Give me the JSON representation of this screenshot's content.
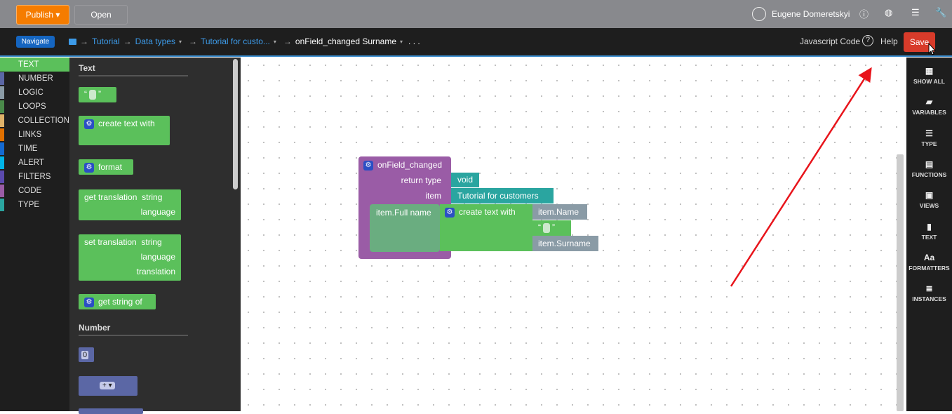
{
  "topbar": {
    "publish": "Publish",
    "open": "Open",
    "user": "Eugene Domeretskyi"
  },
  "navbar": {
    "navigate": "Navigate",
    "breadcrumb": [
      "Tutorial",
      "Data types",
      "Tutorial for custo...",
      "onField_changed Surname"
    ],
    "more": ". . .",
    "js_code": "Javascript Code",
    "help": "Help",
    "save": "Save"
  },
  "categories": [
    {
      "label": "TEXT",
      "color": "#5bc05b"
    },
    {
      "label": "NUMBER",
      "color": "#5b67a5"
    },
    {
      "label": "LOGIC",
      "color": "#8a9ba6"
    },
    {
      "label": "LOOPS",
      "color": "#4a8a4a"
    },
    {
      "label": "COLLECTION",
      "color": "#e0b36a"
    },
    {
      "label": "LINKS",
      "color": "#e07000"
    },
    {
      "label": "TIME",
      "color": "#1569d0"
    },
    {
      "label": "ALERT",
      "color": "#00b4e8"
    },
    {
      "label": "FILTERS",
      "color": "#5b4aae"
    },
    {
      "label": "CODE",
      "color": "#9a5ca6"
    },
    {
      "label": "TYPE",
      "color": "#2aa5a0"
    }
  ],
  "flyout": {
    "text_header": "Text",
    "create_text_with": "create text with",
    "format": "format",
    "get_translation": "get translation",
    "string": "string",
    "language": "language",
    "set_translation": "set translation",
    "translation": "translation",
    "get_string_of": "get string of",
    "number_header": "Number",
    "zero": "0",
    "plus": "+ ▾"
  },
  "workspace": {
    "function": "onField_changed",
    "return_type": "return type",
    "void": "void",
    "item": "item",
    "item_type": "Tutorial for customers",
    "field": "item.Full name",
    "create": "create text with",
    "name": "item.Name",
    "surname": "item.Surname"
  },
  "right_panel": [
    {
      "label": "SHOW ALL",
      "icon": "▦"
    },
    {
      "label": "VARIABLES",
      "icon": "▰"
    },
    {
      "label": "TYPE",
      "icon": "☰"
    },
    {
      "label": "FUNCTIONS",
      "icon": "▤"
    },
    {
      "label": "VIEWS",
      "icon": "▣"
    },
    {
      "label": "TEXT",
      "icon": "▮"
    },
    {
      "label": "FORMATTERS",
      "icon": "Aa"
    },
    {
      "label": "INSTANCES",
      "icon": "≣"
    }
  ]
}
